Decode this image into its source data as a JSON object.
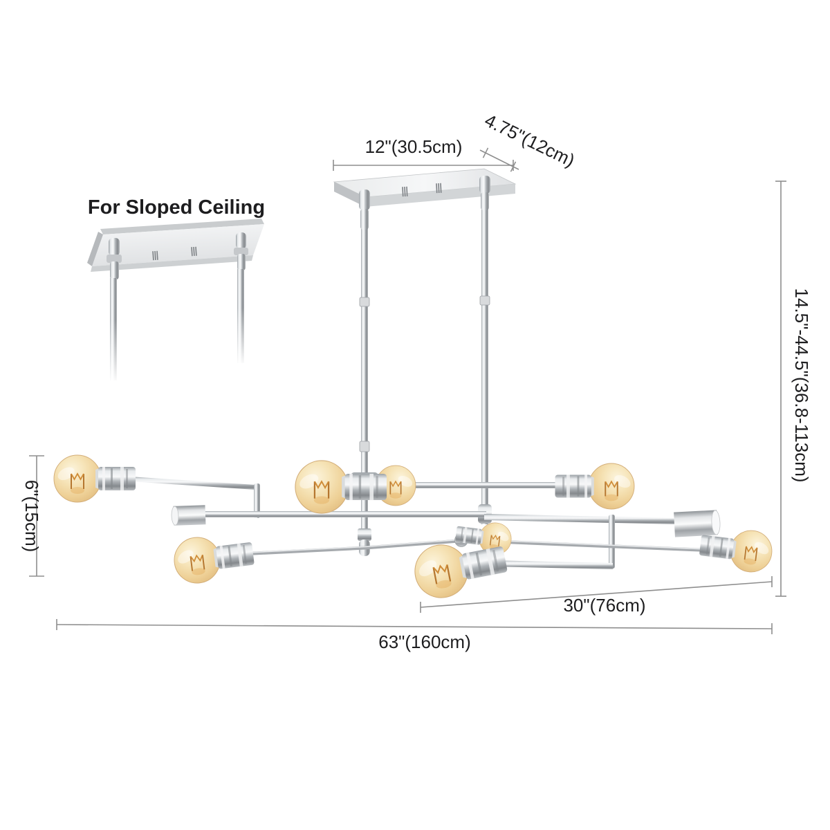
{
  "page": {
    "background": "#ffffff"
  },
  "inset": {
    "label": "For Sloped Ceiling"
  },
  "dimensions": {
    "canopy_width": {
      "label": "12\"(30.5cm)"
    },
    "canopy_depth": {
      "label": "4.75\"(12cm)"
    },
    "height_range": {
      "label": "14.5\"-44.5\"(36.8-113cm)"
    },
    "bulb_height": {
      "label": "6\"(15cm)"
    },
    "inner_width": {
      "label": "30\"(76cm)"
    },
    "overall_width": {
      "label": "63\"(160cm)"
    }
  },
  "fixture": {
    "bulb_count": 8,
    "finish_color": "#c9ccd0",
    "bulb_glass_color": "#f0d8a8",
    "filament_color": "#c98a38",
    "dimension_line_color": "#8e8e8e",
    "label_text_color": "#1d1d1f"
  }
}
